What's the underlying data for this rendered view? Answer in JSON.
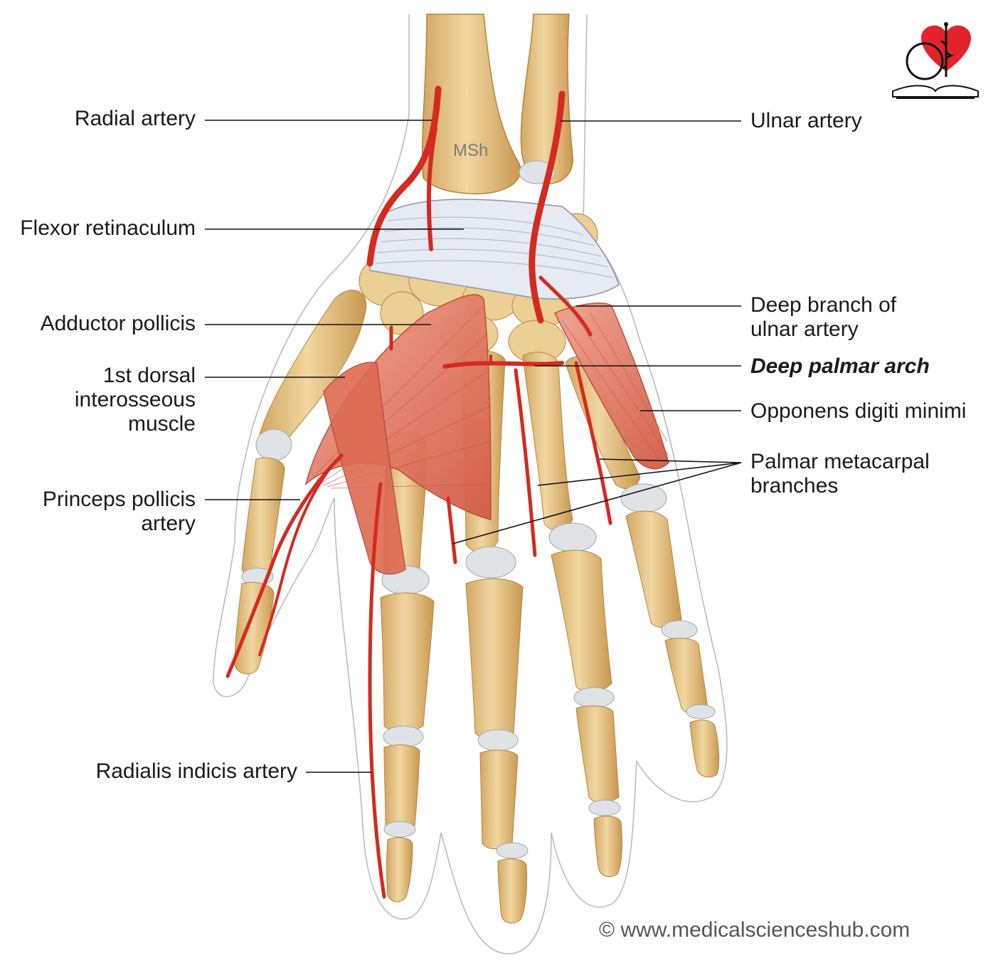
{
  "labels": {
    "radial_artery": "Radial artery",
    "ulnar_artery": "Ulnar artery",
    "flexor_retinaculum": "Flexor retinaculum",
    "deep_branch_line1": "Deep branch of",
    "deep_branch_line2": "ulnar artery",
    "adductor_pollicis": "Adductor pollicis",
    "deep_palmar_arch": "Deep palmar arch",
    "dorsal_line1": "1st dorsal",
    "dorsal_line2": "interosseous",
    "dorsal_line3": "muscle",
    "opponens": "Opponens digiti minimi",
    "palmar_meta_line1": "Palmar metacarpal",
    "palmar_meta_line2": "branches",
    "princeps_line1": "Princeps pollicis",
    "princeps_line2": "artery",
    "radialis_indicis": "Radialis indicis artery"
  },
  "watermark": "MSh",
  "copyright": "© www.medicalscienceshub.com",
  "colors": {
    "bone": "#e9c98a",
    "bone_shade": "#c99a52",
    "cartilage": "#dfe3e6",
    "artery": "#d42a20",
    "muscle": "#e0735c",
    "ligament": "#e4e8f0",
    "logo_heart": "#e3232c"
  }
}
